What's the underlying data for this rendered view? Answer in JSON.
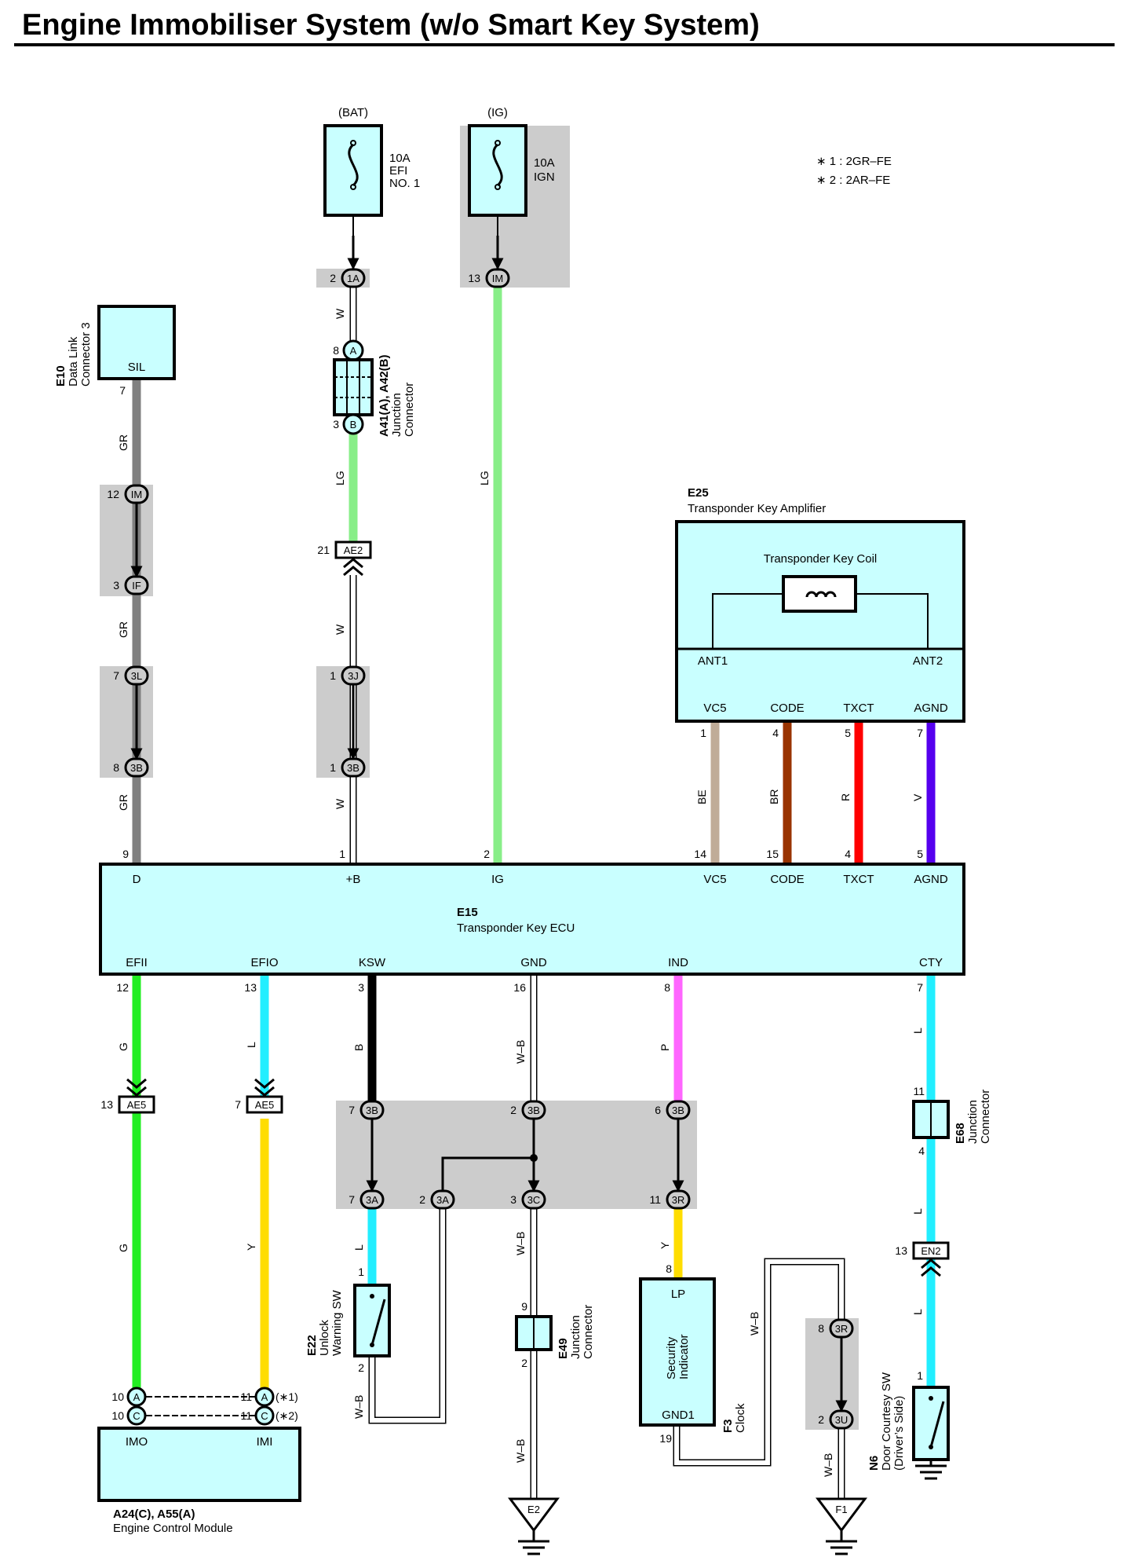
{
  "title": "Engine Immobiliser System (w/o Smart Key System)",
  "notes": [
    "∗ 1 : 2GR–FE",
    "∗ 2 : 2AR–FE"
  ],
  "colors": {
    "component_fill": "#c9ffff",
    "gray_block": "#cccccc",
    "GR": "#808080",
    "W": "#ffffff",
    "LG": "#88ee88",
    "BE": "#c0ac98",
    "BR": "#993300",
    "R": "#ff0000",
    "V": "#5500ee",
    "G": "#22ee22",
    "L": "#22eeff",
    "B": "#000000",
    "P": "#ff66ff",
    "Y": "#ffdd00"
  },
  "power": [
    {
      "supply": "(BAT)",
      "fuse": [
        "10A",
        "EFI",
        "NO. 1"
      ]
    },
    {
      "supply": "(IG)",
      "fuse": [
        "10A",
        "IGN"
      ]
    }
  ],
  "components": {
    "e10": {
      "code": "E10",
      "name_lines": [
        "Data Link",
        "Connector 3"
      ],
      "terminal": "SIL",
      "pin": "7"
    },
    "a41": {
      "code": "A41(A), A42(B)",
      "name_lines": [
        "Junction",
        "Connector"
      ],
      "pin_a": "8",
      "term_a": "A",
      "pin_b": "3",
      "term_b": "B"
    },
    "e25": {
      "code": "E25",
      "name": "Transponder Key Amplifier",
      "coil": "Transponder Key Coil",
      "ant1": "ANT1",
      "ant2": "ANT2",
      "terms": [
        "VC5",
        "CODE",
        "TXCT",
        "AGND"
      ],
      "pins": [
        "1",
        "4",
        "5",
        "7"
      ]
    },
    "e15": {
      "code": "E15",
      "name": "Transponder Key ECU",
      "top_terms": [
        "D",
        "+B",
        "IG",
        "VC5",
        "CODE",
        "TXCT",
        "AGND"
      ],
      "top_pins": [
        "9",
        "1",
        "2",
        "14",
        "15",
        "4",
        "5"
      ],
      "bottom_terms": [
        "EFII",
        "EFIO",
        "KSW",
        "GND",
        "IND",
        "CTY"
      ],
      "bottom_pins": [
        "12",
        "13",
        "3",
        "16",
        "8",
        "7"
      ]
    },
    "e68": {
      "code": "E68",
      "name_lines": [
        "Junction",
        "Connector"
      ],
      "pin_top": "11",
      "pin_bottom": "4"
    },
    "e22": {
      "code": "E22",
      "name_lines": [
        "Unlock",
        "Warning SW"
      ],
      "pin_top": "1",
      "pin_bottom": "2"
    },
    "e49": {
      "code": "E49",
      "name_lines": [
        "Junction",
        "Connector"
      ],
      "pin_top": "9",
      "pin_bottom": "2"
    },
    "f3": {
      "code": "F3",
      "name": "Clock",
      "inner_lines": [
        "Security",
        "Indicator"
      ],
      "term_top": "LP",
      "term_bottom": "GND1",
      "pin_top": "8",
      "pin_bottom": "19"
    },
    "n6": {
      "code": "N6",
      "name_lines": [
        "Door Courtesy SW",
        "(Driver’s Side)"
      ],
      "pin": "1"
    },
    "a24": {
      "code": "A24(C), A55(A)",
      "name": "Engine Control Module",
      "terms": [
        "IMO",
        "IMI"
      ],
      "rows": [
        {
          "pin_l": "10",
          "term_l": "A",
          "pin_r": "11",
          "term_r": "A",
          "note": "(∗1)"
        },
        {
          "pin_l": "10",
          "term_l": "C",
          "pin_r": "11",
          "term_r": "C",
          "note": "(∗2)"
        }
      ]
    }
  },
  "grounds": [
    "E2",
    "F1"
  ],
  "connectors": {
    "c1a": {
      "pin": "2",
      "code": "1A"
    },
    "cim_ig": {
      "pin": "13",
      "code": "IM"
    },
    "cim": {
      "pin": "12",
      "code": "IM"
    },
    "cif": {
      "pin": "3",
      "code": "IF"
    },
    "c3l": {
      "pin": "7",
      "code": "3L"
    },
    "c3b_l": {
      "pin": "8",
      "code": "3B"
    },
    "cae2": {
      "pin": "21",
      "code": "AE2"
    },
    "c3j": {
      "pin": "1",
      "code": "3J"
    },
    "c3b_w": {
      "pin": "1",
      "code": "3B"
    },
    "cae5a": {
      "pin": "13",
      "code": "AE5"
    },
    "cae5b": {
      "pin": "7",
      "code": "AE5"
    },
    "c3b_1": {
      "pin": "7",
      "code": "3B"
    },
    "c3b_2": {
      "pin": "2",
      "code": "3B"
    },
    "c3b_3": {
      "pin": "6",
      "code": "3B"
    },
    "c3a_1": {
      "pin": "7",
      "code": "3A"
    },
    "c3a_2": {
      "pin": "2",
      "code": "3A"
    },
    "c3c": {
      "pin": "3",
      "code": "3C"
    },
    "c3r_1": {
      "pin": "11",
      "code": "3R"
    },
    "c3r_2": {
      "pin": "8",
      "code": "3R"
    },
    "c3u": {
      "pin": "2",
      "code": "3U"
    },
    "cen2": {
      "pin": "13",
      "code": "EN2"
    }
  },
  "wires": {
    "gr1": "GR",
    "gr2": "GR",
    "gr3": "GR",
    "w1": "W",
    "lg1": "LG",
    "w2": "W",
    "w3": "W",
    "lg2": "LG",
    "be": "BE",
    "br": "BR",
    "r": "R",
    "v": "V",
    "g1": "G",
    "g2": "G",
    "l1": "L",
    "y1": "Y",
    "b1": "B",
    "wb1": "W–B",
    "p1": "P",
    "l2": "L",
    "wb2": "W–B",
    "wb3": "W–B",
    "y2": "Y",
    "wb4": "W–B",
    "wb5": "W–B",
    "l3": "L",
    "l4": "L",
    "l5": "L"
  }
}
